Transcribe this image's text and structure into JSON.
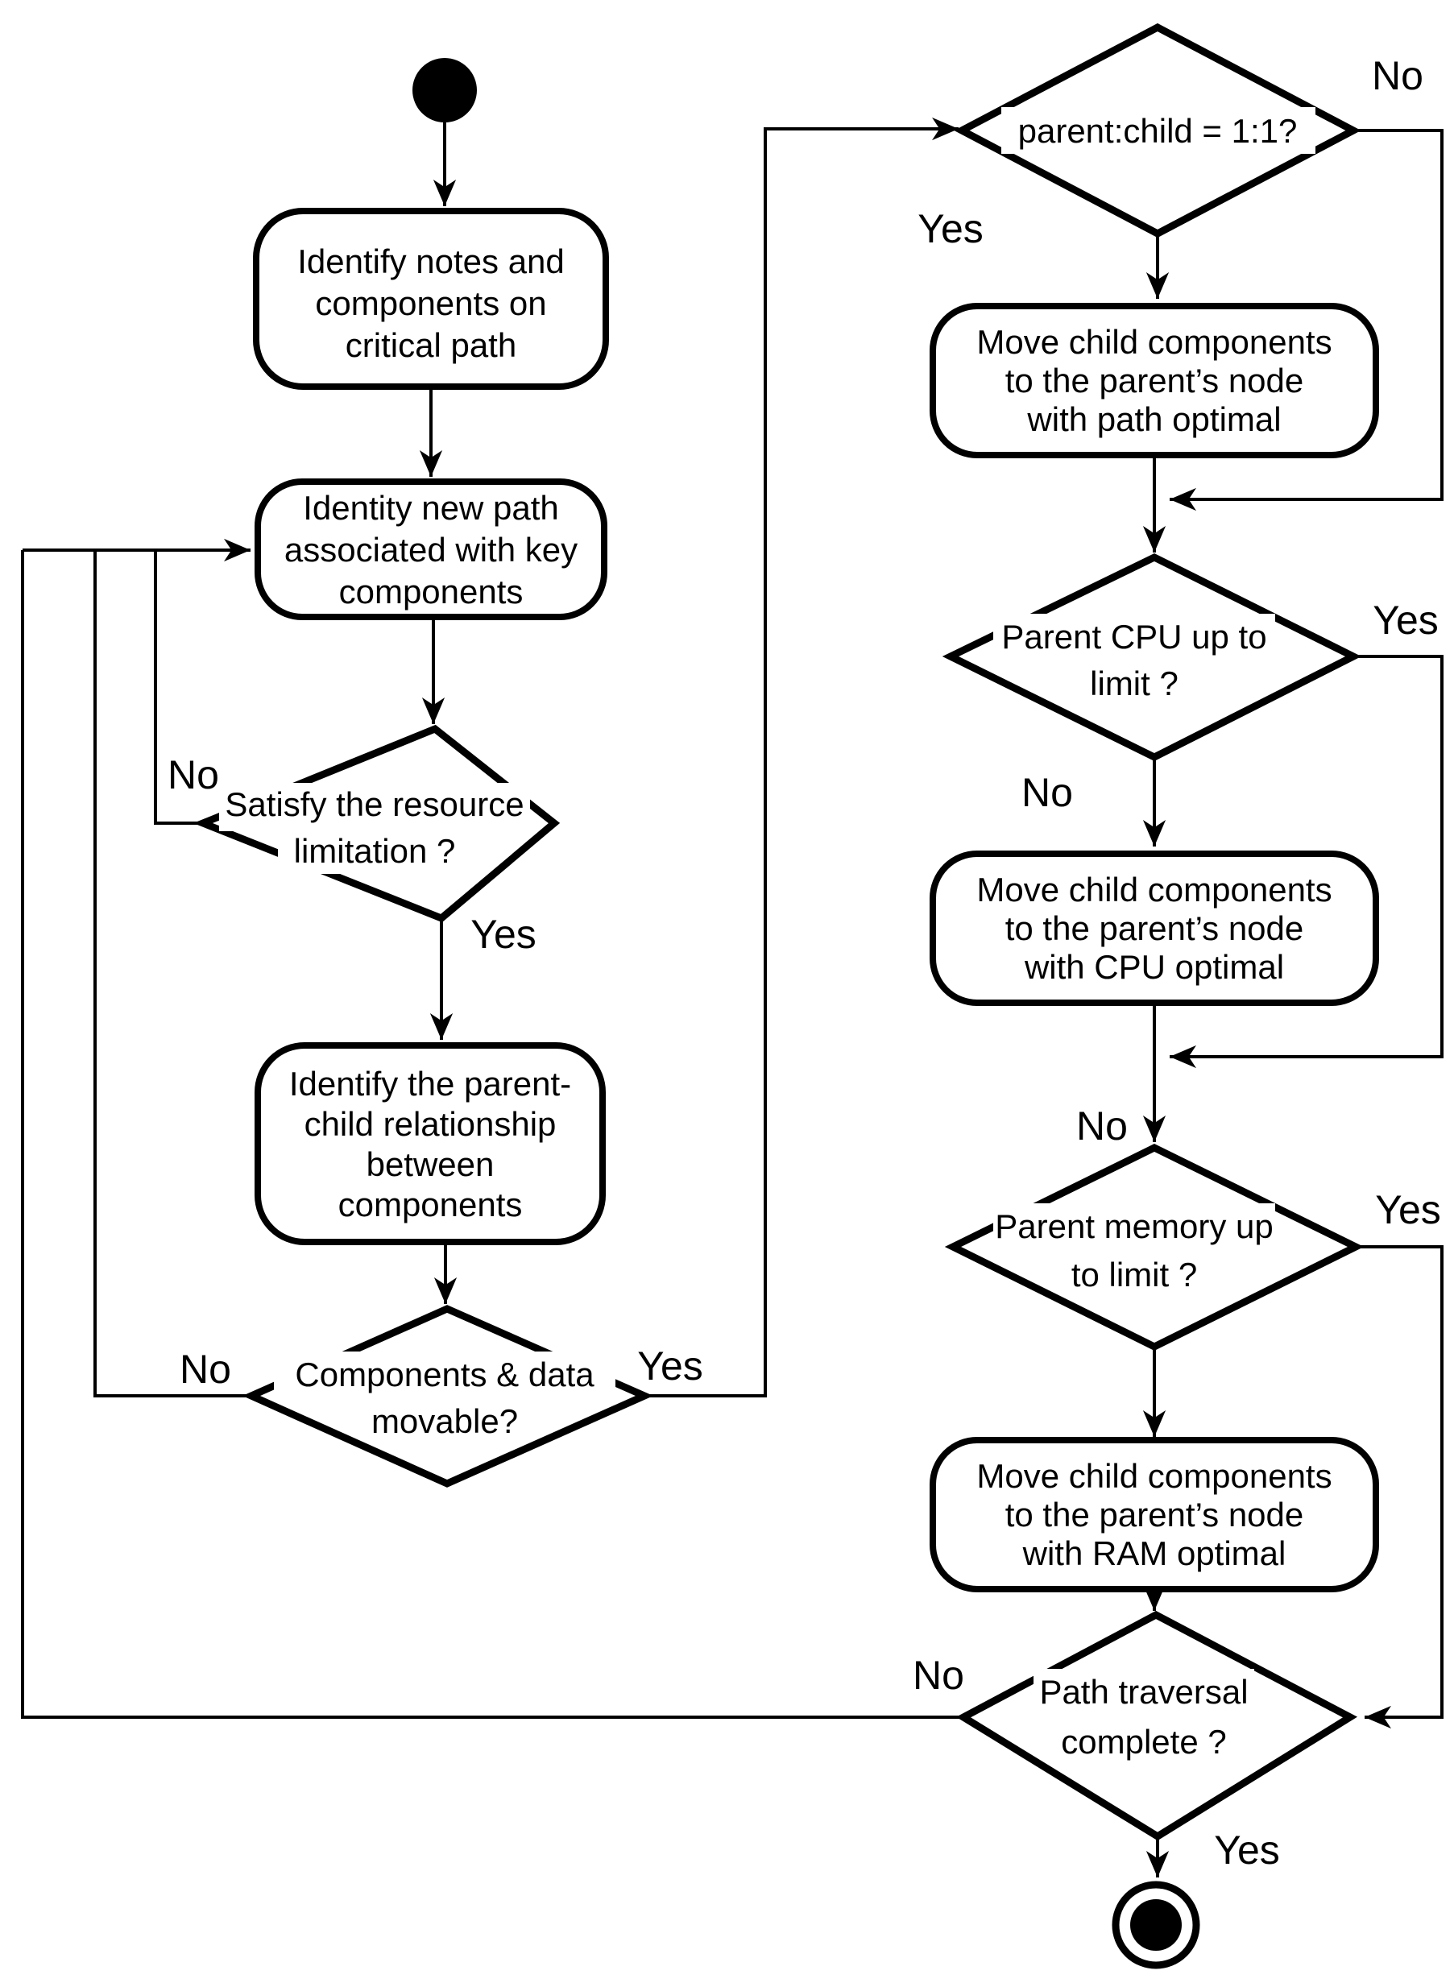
{
  "figure": {
    "type": "activity-flowchart",
    "background": "#ffffff",
    "line_color": "#000000"
  },
  "nodes": {
    "start": {
      "shape": "filled-circle"
    },
    "identify_notes": {
      "shape": "rounded-rect",
      "lines": [
        "Identify notes and",
        "components on",
        "critical path"
      ]
    },
    "identity_new_path": {
      "shape": "rounded-rect",
      "lines": [
        "Identity new path",
        "associated with key",
        "components"
      ]
    },
    "satisfy_resource": {
      "shape": "diamond",
      "lines": [
        "Satisfy the resource",
        "limitation ?"
      ]
    },
    "identify_parent_child": {
      "shape": "rounded-rect",
      "lines": [
        "Identify the parent-",
        "child relationship",
        "between",
        "components"
      ]
    },
    "components_movable": {
      "shape": "diamond",
      "lines": [
        "Components & data",
        "movable?"
      ]
    },
    "parent_child_ratio": {
      "shape": "diamond",
      "lines": [
        "parent:child = 1:1?"
      ]
    },
    "move_path_optimal": {
      "shape": "rounded-rect",
      "lines": [
        "Move child components",
        "to the parent’s node",
        "with path optimal"
      ]
    },
    "parent_cpu_limit": {
      "shape": "diamond",
      "lines": [
        "Parent CPU up to",
        "limit ?"
      ]
    },
    "move_cpu_optimal": {
      "shape": "rounded-rect",
      "lines": [
        "Move child components",
        "to the parent’s node",
        "with CPU optimal"
      ]
    },
    "parent_memory_limit": {
      "shape": "diamond",
      "lines": [
        "Parent memory up",
        "to limit ?"
      ]
    },
    "move_ram_optimal": {
      "shape": "rounded-rect",
      "lines": [
        "Move child components",
        "to the parent’s node",
        "with RAM optimal"
      ]
    },
    "path_traversal_complete": {
      "shape": "diamond",
      "lines": [
        "Path traversal",
        "complete ?"
      ]
    },
    "end": {
      "shape": "bullseye"
    }
  },
  "edge_labels": {
    "satisfy_resource_no": "No",
    "satisfy_resource_yes": "Yes",
    "components_movable_no": "No",
    "components_movable_yes": "Yes",
    "parent_child_ratio_no": "No",
    "parent_child_ratio_yes": "Yes",
    "parent_cpu_limit_yes": "Yes",
    "parent_cpu_limit_no": "No",
    "parent_memory_limit_no": "No",
    "parent_memory_limit_yes": "Yes",
    "path_traversal_complete_no": "No",
    "path_traversal_complete_yes": "Yes"
  }
}
